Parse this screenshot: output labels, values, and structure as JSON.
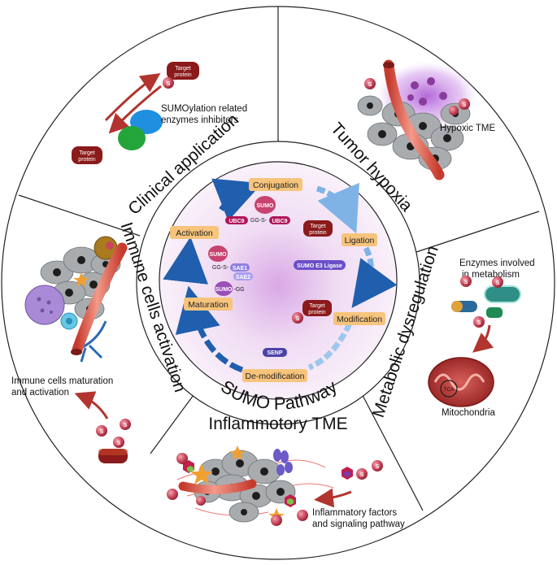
{
  "center": {
    "title": "SUMO Pathway",
    "steps": {
      "conjugation": "Conjugation",
      "ligation": "Ligation",
      "modification": "Modification",
      "demodification": "De-modification",
      "maturation": "Maturation",
      "activation": "Activation"
    },
    "chips": {
      "sumo": "SUMO",
      "ubc9": "UBC9",
      "gg_s": "GG-S-",
      "target_line1": "Target",
      "target_line2": "protein",
      "e3": "SUMO E3 Ligase",
      "sae1": "SAE1",
      "sae2": "SAE2",
      "gg": "-GG",
      "senp": "SENP"
    }
  },
  "sections": {
    "clinical": {
      "title": "Clinical application",
      "caption_line1": "SUMOylation related",
      "caption_line2": "enzymes inhibitors"
    },
    "hypoxia": {
      "title": "Tumor hypoxia",
      "caption": "Hypoxic TME"
    },
    "metabolic": {
      "title": "Metabolic dysregulation",
      "caption_line1": "Enzymes involved",
      "caption_line2": "in metabolism",
      "tca": "TCA",
      "mito": "Mitochondria"
    },
    "inflammatory": {
      "title": "Inflammotory TME",
      "caption_line1": "Inflammatory factors",
      "caption_line2": "and signaling pathway"
    },
    "immune": {
      "title": "Immune cells activation",
      "caption_line1": "Immune cells maturation",
      "caption_line2": "and activation"
    }
  },
  "s_label": "S",
  "colors": {
    "step_fill": "#f7c47c",
    "sumo_chip": "#c8436f",
    "ubc9_chip": "#b0155b",
    "target_chip": "#8b1a1a",
    "sae_chip": "#8e7fe0",
    "e3_chip": "#6a4fc9",
    "senp_chip": "#4b43a8",
    "arrow_dark": "#1f5fae",
    "arrow_light": "#9cc8ee",
    "red_arrow": "#b2342e",
    "s_ball": "#c9465a"
  }
}
